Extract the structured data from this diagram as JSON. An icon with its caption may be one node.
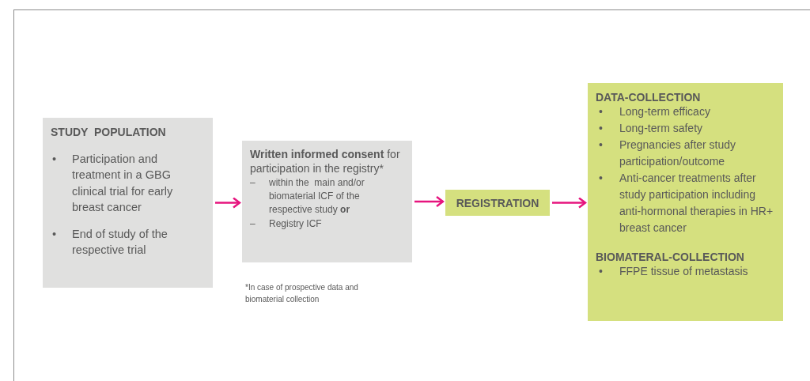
{
  "diagram": {
    "nodes": [
      {
        "text": [
          "STUDY  POPULATION",
          "•",
          "Participation and treatment in a GBG clinical trial for early breast cancer",
          "•",
          "End of study of the respective trial"
        ]
      },
      {
        "text": [
          "**Written informed consent** for participation in the registry*",
          "–",
          "within the  main and/or biomaterial ICF of the respective study **or**",
          "–",
          "Registry ICF"
        ],
        "beside": [
          "*In case of prospective data and biomaterial collection"
        ]
      },
      {
        "text": [
          "REGISTRATION"
        ]
      },
      {
        "text": [
          "DATA-COLLECTION",
          "•",
          "Long-term efficacy",
          "•",
          "Long-term safety",
          "•",
          "Pregnancies after study participation/outcome",
          "•",
          "Anti-cancer treatments after study participation including anti-hormonal therapies in HR+ breast cancer",
          "BIOMATERAL-COLLECTION",
          "•",
          "FFPE tissue of metastasis"
        ]
      }
    ],
    "edges": [
      {
        "from": 0,
        "to": 1,
        "arrow": "to"
      },
      {
        "from": 1,
        "to": 2,
        "arrow": "to"
      },
      {
        "from": 2,
        "to": 3,
        "arrow": "to"
      }
    ]
  }
}
